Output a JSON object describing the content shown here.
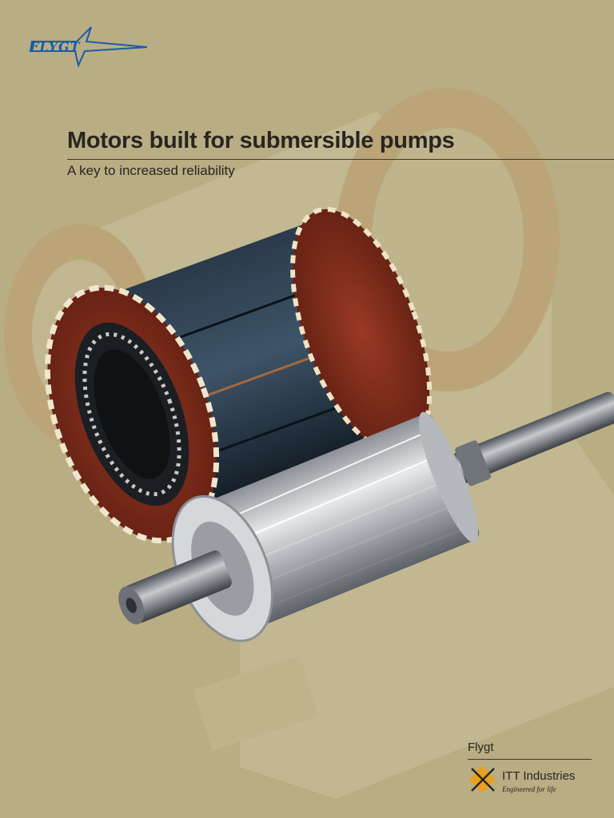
{
  "brand": {
    "logo_text": "FLYGT",
    "accent_color": "#1c5ca8"
  },
  "cover": {
    "title": "Motors built for submersible pumps",
    "subtitle": "A key to increased reliability"
  },
  "footer": {
    "brand_label": "Flygt",
    "company_name": "ITT Industries",
    "tagline": "Engineered for life",
    "logo_color": "#e8a11c"
  },
  "image": {
    "subject": "motor-stator-and-rotor"
  }
}
